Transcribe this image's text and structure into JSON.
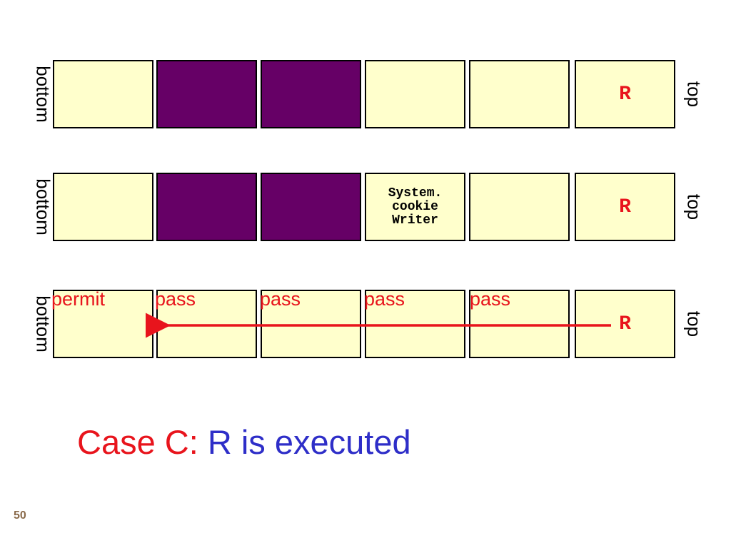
{
  "stacks": [
    {
      "bottom_label": "bottom",
      "top_label": "top",
      "frames": [
        {
          "state": "empty",
          "text": ""
        },
        {
          "state": "filled",
          "text": ""
        },
        {
          "state": "filled",
          "text": ""
        },
        {
          "state": "empty",
          "text": ""
        },
        {
          "state": "empty",
          "text": ""
        },
        {
          "state": "empty",
          "text": "R"
        }
      ]
    },
    {
      "bottom_label": "bottom",
      "top_label": "top",
      "frames": [
        {
          "state": "empty",
          "text": ""
        },
        {
          "state": "filled",
          "text": ""
        },
        {
          "state": "filled",
          "text": ""
        },
        {
          "state": "empty",
          "text": "System.\ncookie\nWriter"
        },
        {
          "state": "empty",
          "text": ""
        },
        {
          "state": "empty",
          "text": "R"
        }
      ]
    },
    {
      "bottom_label": "bottom",
      "top_label": "top",
      "frames": [
        {
          "state": "empty",
          "text": ""
        },
        {
          "state": "empty",
          "text": ""
        },
        {
          "state": "empty",
          "text": ""
        },
        {
          "state": "empty",
          "text": ""
        },
        {
          "state": "empty",
          "text": ""
        },
        {
          "state": "empty",
          "text": "R"
        }
      ]
    }
  ],
  "stack_walk_annotations": [
    "permit",
    "pass",
    "pass",
    "pass",
    "pass"
  ],
  "caption": {
    "lead": "Case C:",
    "rest": "R is executed"
  },
  "page_number": "50",
  "colors": {
    "frame_empty": "#ffffcc",
    "frame_filled": "#660066",
    "accent_red": "#e8141c",
    "caption_blue": "#2e2ec8"
  }
}
